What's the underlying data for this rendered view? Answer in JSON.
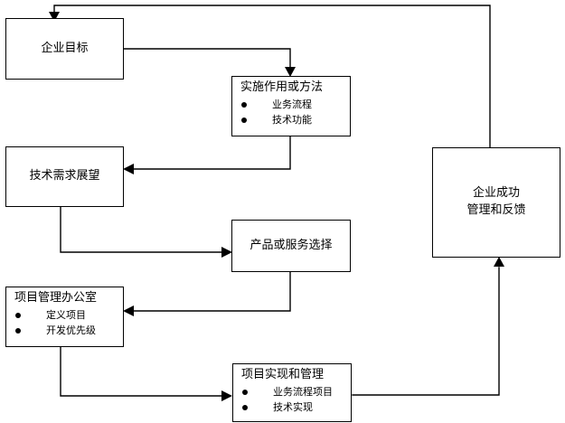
{
  "diagram": {
    "title": "",
    "colors": {
      "stroke": "#000000",
      "fill": "#ffffff",
      "text": "#000000"
    },
    "nodes": [
      {
        "id": "enterprise-goal",
        "title": "企业目标",
        "bullets": []
      },
      {
        "id": "implementation-role-or-method",
        "title": "实施作用或方法",
        "bullets": [
          "业务流程",
          "技术功能"
        ]
      },
      {
        "id": "technology-demand-outlook",
        "title": "技术需求展望",
        "bullets": []
      },
      {
        "id": "product-or-service-selection",
        "title": "产品或服务选择",
        "bullets": []
      },
      {
        "id": "project-management-office",
        "title": "项目管理办公室",
        "bullets": [
          "定义项目",
          "开发优先级"
        ]
      },
      {
        "id": "project-implementation-and-management",
        "title": "项目实现和管理",
        "bullets": [
          "业务流程项目",
          "技术实现"
        ]
      },
      {
        "id": "enterprise-success",
        "title": "企业成功",
        "title_line2": "管理和反馈",
        "bullets": []
      }
    ],
    "connectors": [
      {
        "from": "enterprise-success",
        "to": "enterprise-goal",
        "arrow": "down"
      },
      {
        "from": "enterprise-goal",
        "to": "implementation-role-or-method",
        "arrow": "down"
      },
      {
        "from": "implementation-role-or-method",
        "to": "technology-demand-outlook",
        "arrow": "left"
      },
      {
        "from": "technology-demand-outlook",
        "to": "product-or-service-selection",
        "arrow": "right"
      },
      {
        "from": "product-or-service-selection",
        "to": "project-management-office",
        "arrow": "left"
      },
      {
        "from": "project-management-office",
        "to": "project-implementation-and-management",
        "arrow": "right"
      },
      {
        "from": "project-implementation-and-management",
        "to": "enterprise-success",
        "arrow": "up"
      }
    ]
  }
}
